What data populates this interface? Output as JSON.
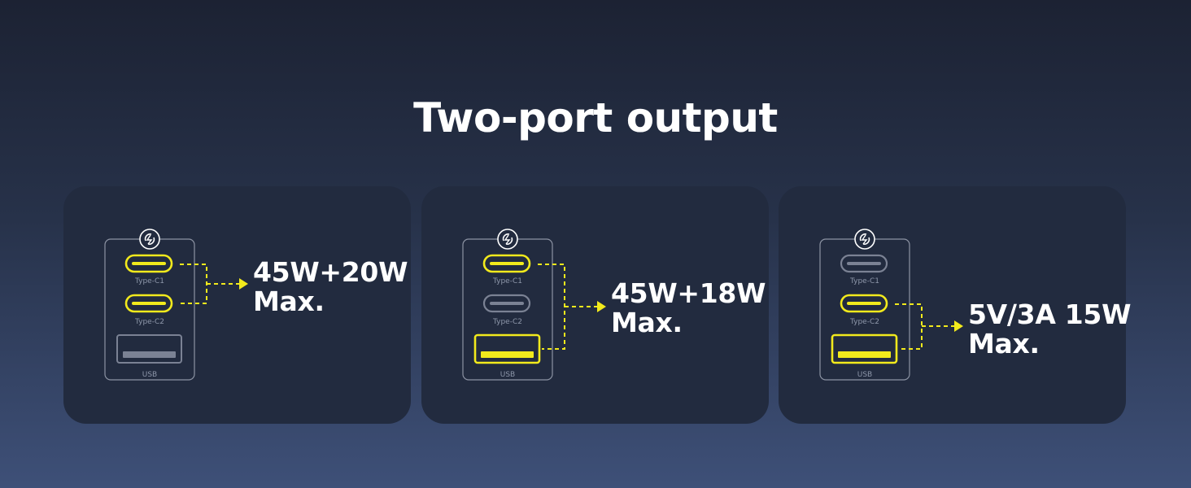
{
  "title": "Two-port output",
  "colors": {
    "active": "#f2ea1c",
    "inactive": "#7b8294",
    "card": "#222b3f"
  },
  "port_labels": {
    "c1": "Type-C1",
    "c2": "Type-C2",
    "usb": "USB"
  },
  "cards": [
    {
      "spec_line1": "45W+20W",
      "spec_line2": "Max.",
      "active_ports": [
        "Type-C1",
        "Type-C2"
      ]
    },
    {
      "spec_line1": "45W+18W",
      "spec_line2": "Max.",
      "active_ports": [
        "Type-C1",
        "USB"
      ]
    },
    {
      "spec_line1": "5V/3A 15W",
      "spec_line2": "Max.",
      "active_ports": [
        "Type-C2",
        "USB"
      ]
    }
  ]
}
